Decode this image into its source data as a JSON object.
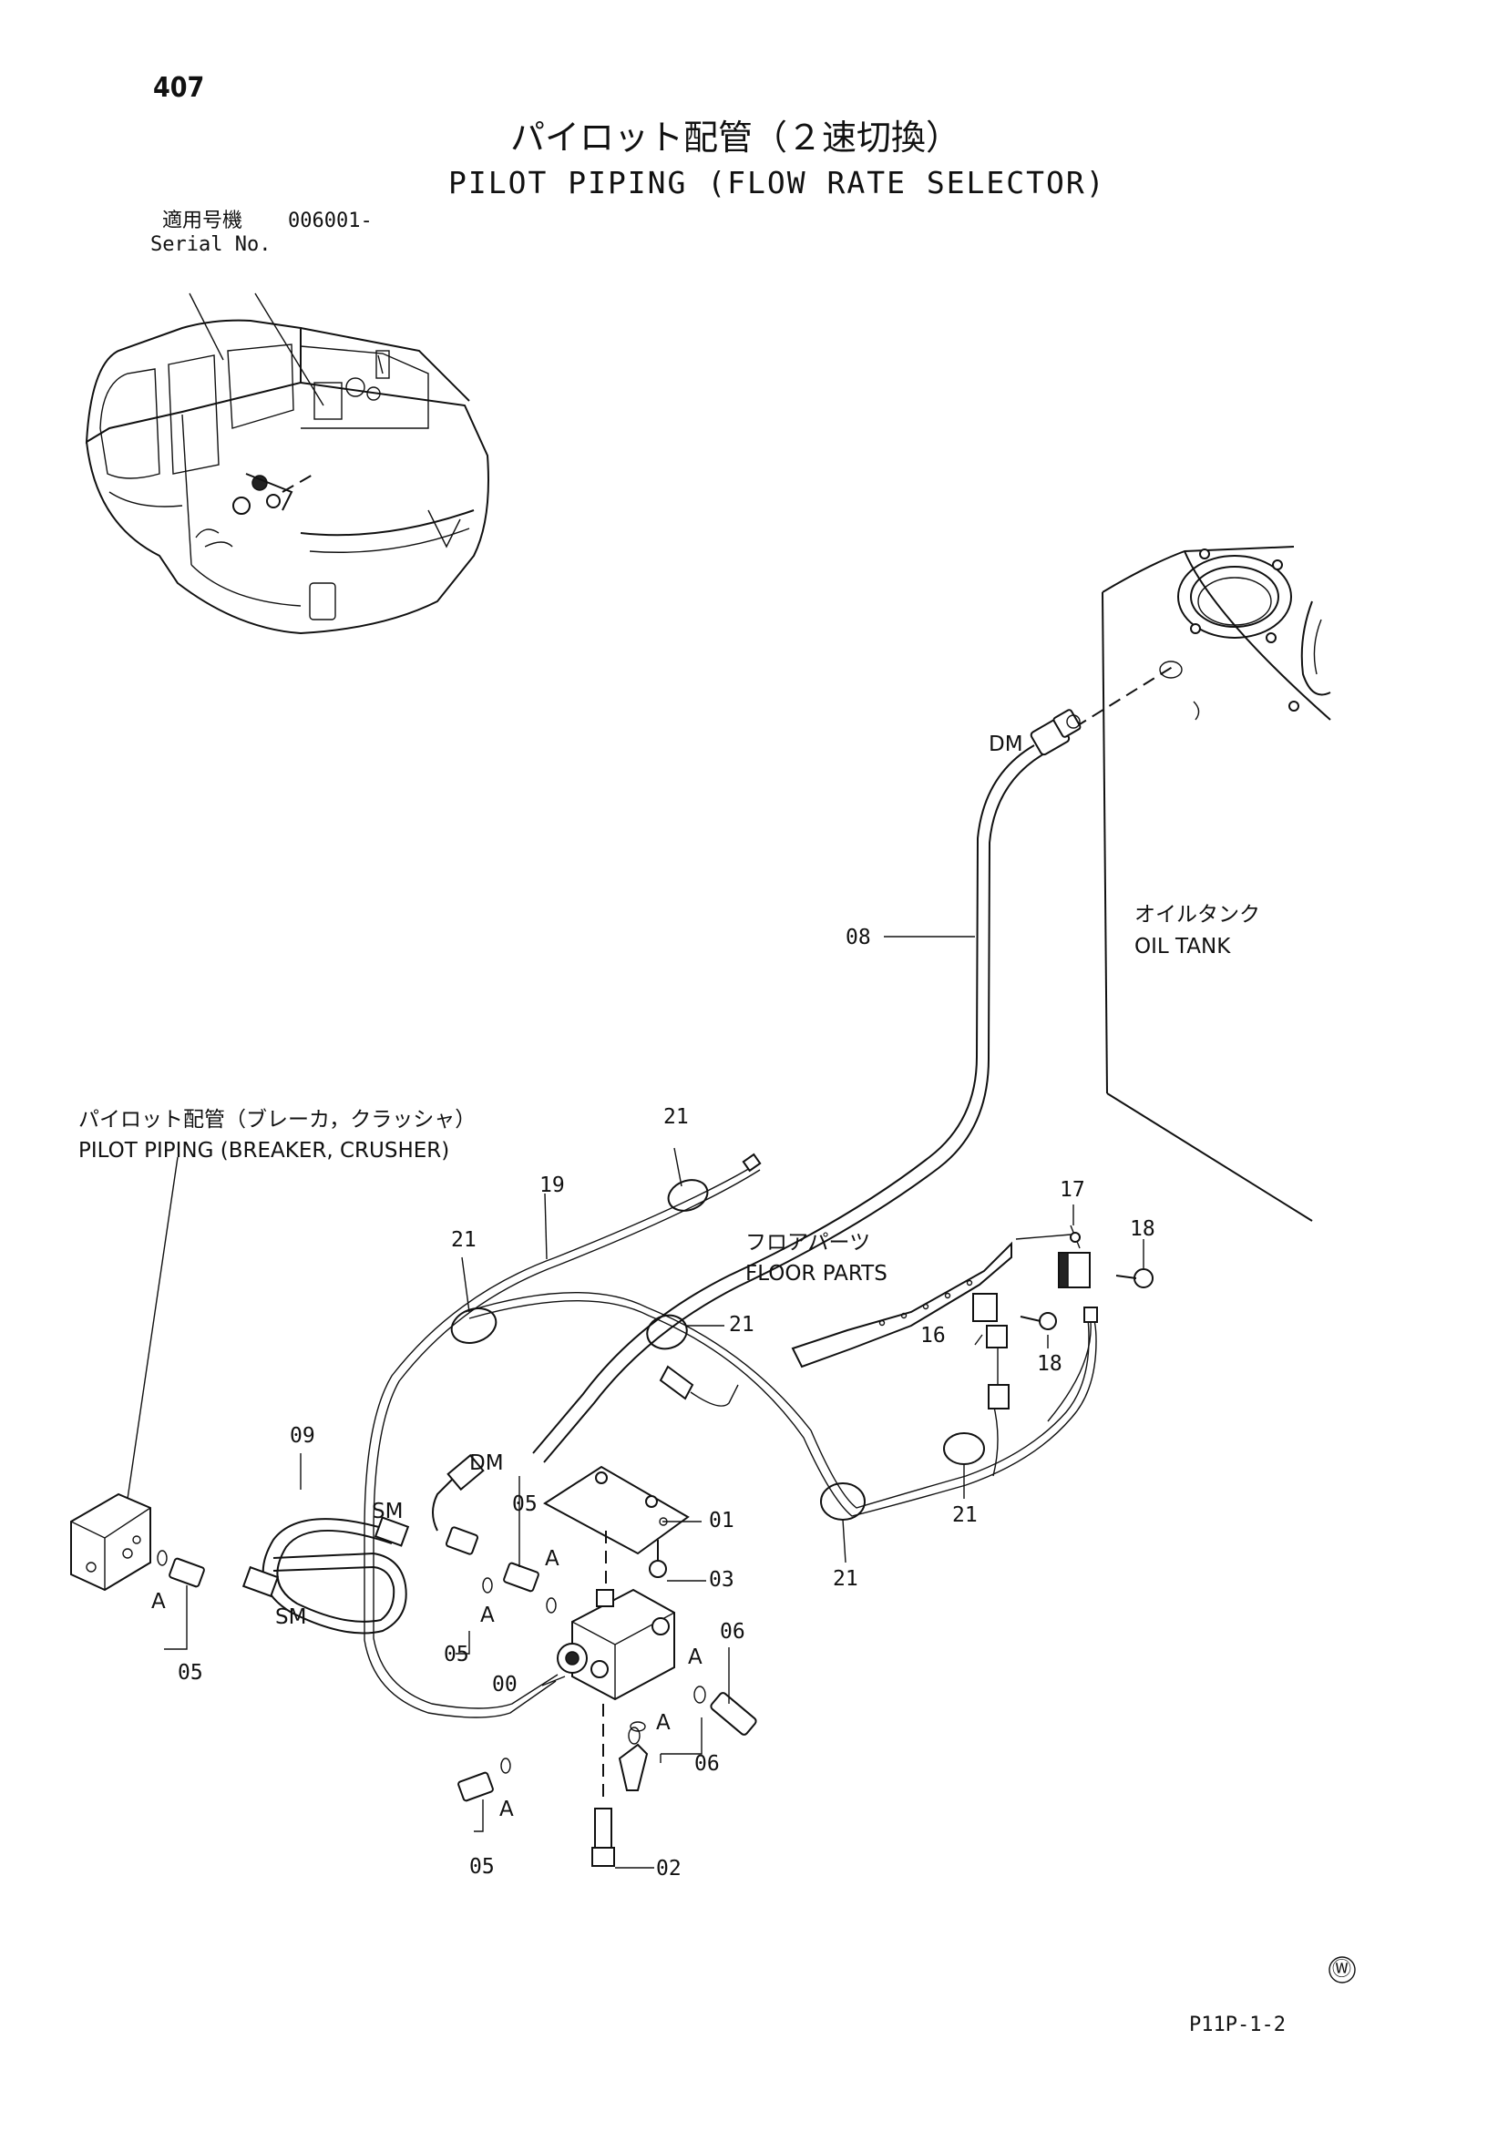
{
  "header": {
    "page_number": "407",
    "title_jp": "パイロット配管（２速切換）",
    "title_en": "PILOT PIPING (FLOW RATE SELECTOR)",
    "serial_label_jp": "適用号機",
    "serial_value": "006001-",
    "serial_label_en": "Serial No."
  },
  "callouts": {
    "oil_tank_jp": "オイルタンク",
    "oil_tank_en": "OIL TANK",
    "floor_parts_jp": "フロアパーツ",
    "floor_parts_en": "FLOOR PARTS",
    "breaker_piping_jp": "パイロット配管（ブレーカ，クラッシャ）",
    "breaker_piping_en": "PILOT PIPING (BREAKER, CRUSHER)"
  },
  "connector_marks": {
    "dm": "DM",
    "sm": "SM",
    "a": "A"
  },
  "part_labels": {
    "p00": "00",
    "p01": "01",
    "p02": "02",
    "p03": "03",
    "p05": "05",
    "p06": "06",
    "p08": "08",
    "p09": "09",
    "p16": "16",
    "p17": "17",
    "p18": "18",
    "p19": "19",
    "p21": "21"
  },
  "footer": {
    "watermark_symbol": "Ⓦ",
    "drawing_code": "P11P-1-2"
  }
}
